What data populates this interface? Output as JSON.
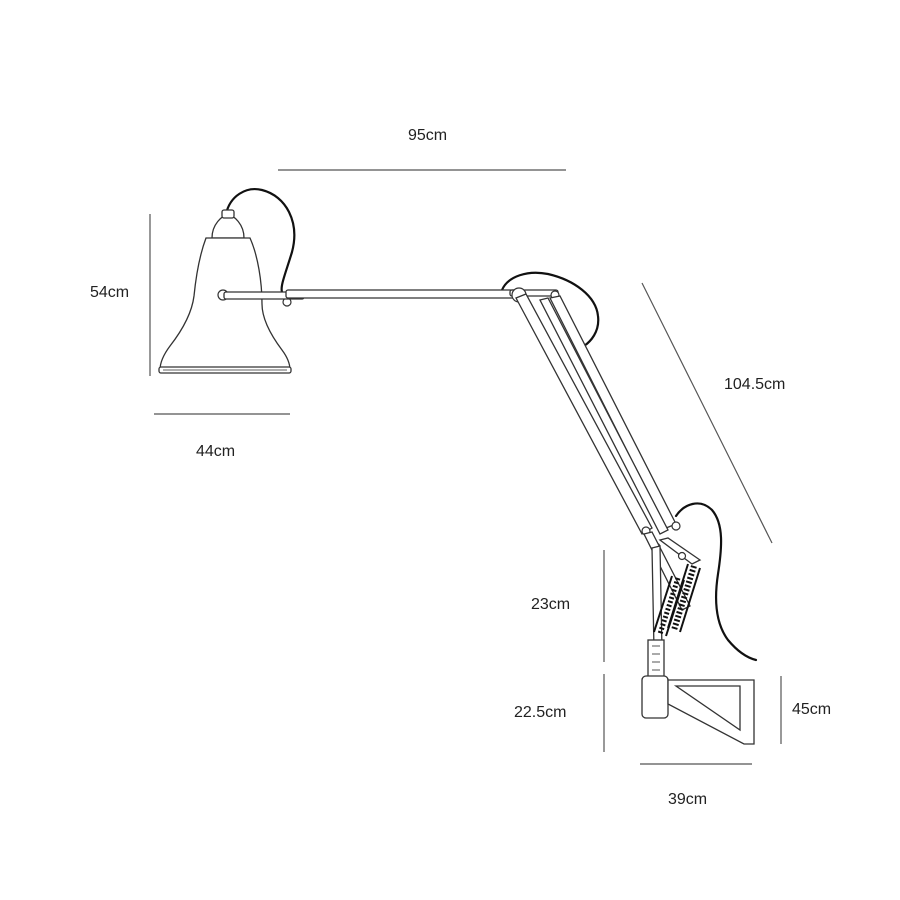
{
  "dimensions": {
    "arm_reach": "95cm",
    "shade_height": "54cm",
    "shade_width": "44cm",
    "diagonal_arm": "104.5cm",
    "lower_arm": "23cm",
    "bracket_height_left": "22.5cm",
    "bracket_height_right": "45cm",
    "bracket_depth": "39cm"
  },
  "colors": {
    "ink": "#2a2a2a",
    "cable": "#111111",
    "background": "#ffffff"
  }
}
